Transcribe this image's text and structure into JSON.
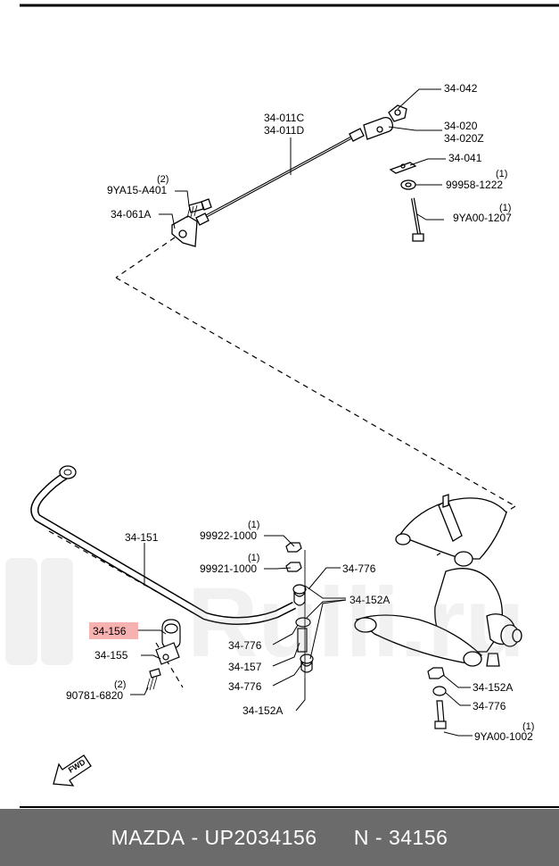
{
  "diagram": {
    "labels": {
      "p34_042": "34-042",
      "p34_011c": "34-011C",
      "p34_011d": "34-011D",
      "p34_020": "34-020",
      "p34_020z": "34-020Z",
      "p34_041": "34-041",
      "qty_9ya15": "(2)",
      "p9ya15": "9YA15-A401",
      "qty_99958": "(1)",
      "p99958": "99958-1222",
      "p34_061a": "34-061A",
      "qty_9ya00_top": "(1)",
      "p9ya00_top": "9YA00-1207",
      "p34_151": "34-151",
      "qty_99922": "(1)",
      "p99922": "99922-1000",
      "qty_99921": "(1)",
      "p99921": "99921-1000",
      "p34_776_a": "34-776",
      "p34_152a_a": "34-152A",
      "p34_156": "34-156",
      "p34_155": "34-155",
      "p34_776_b": "34-776",
      "p34_157": "34-157",
      "qty_90781": "(2)",
      "p90781": "90781-6820",
      "p34_776_c": "34-776",
      "p34_152a_b": "34-152A",
      "p34_152a_c": "34-152A",
      "p34_776_d": "34-776",
      "qty_9ya00_bot": "(1)",
      "p9ya00_bot": "9YA00-1002",
      "fwd": "FWD"
    },
    "highlight_color": "#f5a3a3",
    "watermark_text": "Rulli.ru"
  },
  "footer": {
    "brand": "MAZDA",
    "part_number": "UP2034156",
    "ref": "N - 34156"
  }
}
